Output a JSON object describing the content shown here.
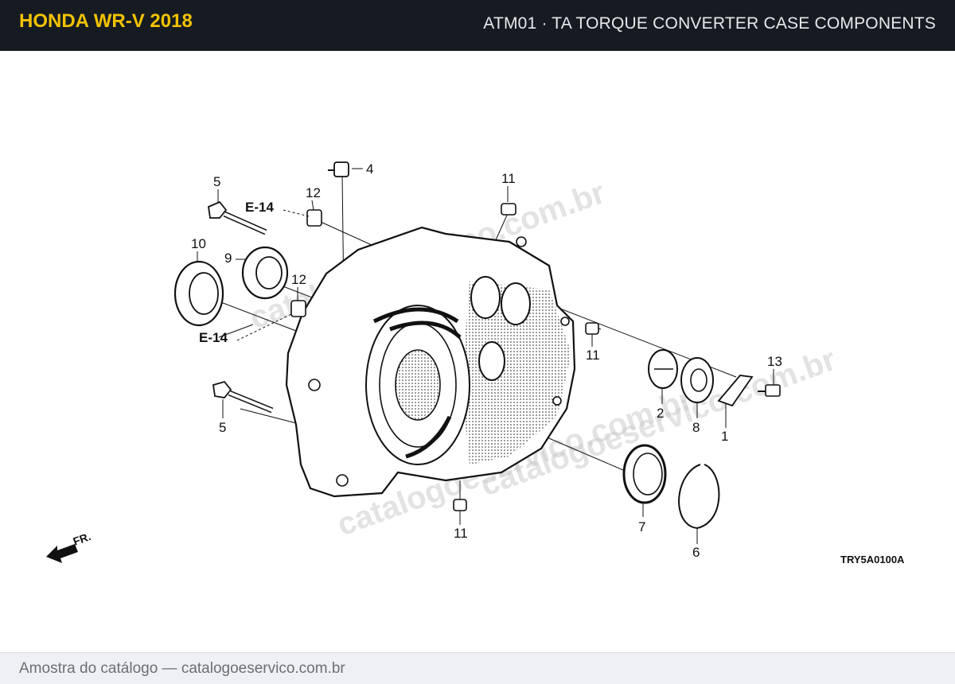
{
  "header": {
    "brand": "HONDA WR-V 2018",
    "section_title": "ATM01 · TA TORQUE CONVERTER CASE COMPONENTS"
  },
  "diagram": {
    "drawing_code": "TRY5A0100A",
    "front_indicator": "FR.",
    "reference_labels": [
      "E-14",
      "E-14"
    ],
    "callouts": [
      "5",
      "4",
      "12",
      "11",
      "10",
      "9",
      "12",
      "11",
      "13",
      "2",
      "8",
      "1",
      "5",
      "7",
      "6",
      "11"
    ],
    "watermark": "catalogoeservico.com.br"
  },
  "footer": {
    "text": "Amostra do catálogo — catalogoeservico.com.br"
  },
  "colors": {
    "header_bg": "#161b22",
    "brand": "#f2c200",
    "footer_bg": "#eef0f3"
  }
}
